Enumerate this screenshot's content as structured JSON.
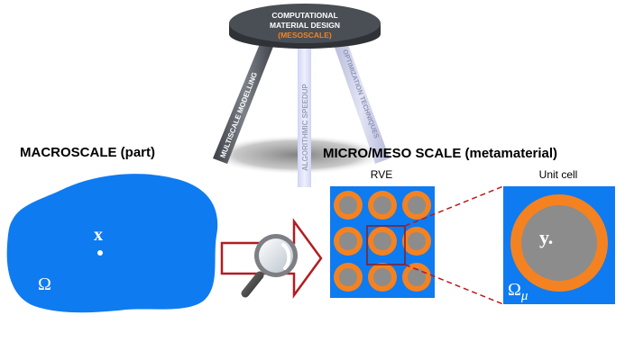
{
  "table_top": {
    "line1": "COMPUTATIONAL",
    "line2": "MATERIAL DESIGN",
    "line3": "(MESOSCALE)"
  },
  "legs": {
    "left": "MULTISCALE MODELLING",
    "middle": "ALGORITHMIC SPEEDUP",
    "right": "OPTIMIZATION TECHNIQUES"
  },
  "macro": {
    "title": "MACROSCALE (part)",
    "point_label": "x",
    "domain_label": "Ω"
  },
  "micro": {
    "title": "MICRO/MESO SCALE (metamaterial)",
    "rve_label": "RVE",
    "unit_cell_label": "Unit cell",
    "point_label": "y.",
    "domain_label": "Ω",
    "domain_subscript": "μ"
  },
  "colors": {
    "blue": "#0f7bf0",
    "orange": "#f58220",
    "gray": "#8c8c8c",
    "dark_red": "#8b1a1a",
    "table_top": "#4a4e55"
  }
}
